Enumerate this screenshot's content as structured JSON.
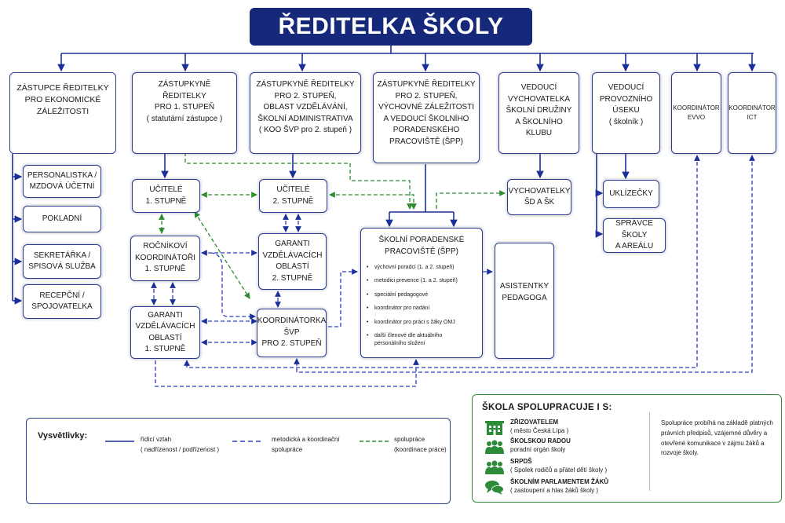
{
  "title": "ŘEDITELKA ŠKOLY",
  "boxes": {
    "zast_ekon": "ZÁSTUPCE ŘEDITELKY\nPRO EKONOMICKÉ\nZÁLEŽITOSTI",
    "zast_1": "ZÁSTUPKYNĚ ŘEDITELKY\nPRO 1. STUPEŇ\n( statutární zástupce )",
    "zast_2a": "ZÁSTUPKYNĚ ŘEDITELKY\nPRO 2. STUPEŇ,\nOBLAST VZDĚLÁVÁNÍ,\nŠKOLNÍ ADMINISTRATIVA\n( KOO ŠVP pro 2. stupeň )",
    "zast_2b": "ZÁSTUPKYNĚ ŘEDITELKY\nPRO 2. STUPEŇ,\nVÝCHOVNÉ ZÁLEŽITOSTI\nA VEDOUCÍ ŠKOLNÍHO\nPORADENSKÉHO\nPRACOVIŠTĚ (ŠPP)",
    "ved_vych": "VEDOUCÍ\nVYCHOVATELKA\nŠKOLNÍ DRUŽINY\nA ŠKOLNÍHO KLUBU",
    "ved_prov": "VEDOUCÍ\nPROVOZNÍHO\nÚSEKU\n( školník )",
    "koord_evvo": "KOORDINÁTOR\nEVVO",
    "koord_ict": "KOORDINÁTOR\nICT",
    "personalistka": "PERSONALISTKA /\nMZDOVÁ ÚČETNÍ",
    "pokladni": "POKLADNÍ",
    "sekretarka": "SEKRETÁŘKA /\nSPISOVÁ SLUŽBA",
    "recepcni": "RECEPČNÍ /\nSPOJOVATELKA",
    "ucitele_1": "UČITELÉ\n1. STUPNĚ",
    "ucitele_2": "UČITELÉ\n2. STUPNĚ",
    "rocnikovi": "ROČNÍKOVÍ\nKOORDINÁTOŘI\n1. STUPNĚ",
    "garanti_2": "GARANTI\nVZDĚLÁVACÍCH\nOBLASTÍ\n2. STUPNĚ",
    "garanti_1": "GARANTI\nVZDĚLÁVACÍCH\nOBLASTÍ\n1. STUPNĚ",
    "koordinatorka": "KOORDINÁTORKA\nŠVP\nPRO 2. STUPEŇ",
    "vychovatelky": "VYCHOVATELKY\nŠD A ŠK",
    "uklizecky": "UKLÍZEČKY",
    "spravce": "SPRÁVCE ŠKOLY\nA AREÁLU",
    "asistentky": "ASISTENTKY\nPEDAGOGA"
  },
  "spp": {
    "title": "ŠKOLNÍ PORADENSKÉ\nPRACOVIŠTĚ (ŠPP)",
    "items": [
      "výchovní poradci (1. a 2. stupeň)",
      "metodici prevence (1. a 2. stupeň)",
      "speciální pedagogové",
      "koordinátor pro nadání",
      "koordinátor pro práci s žáky OMJ",
      "další členové dle aktuálního\npersonálního složení"
    ]
  },
  "legend": {
    "title": "Vysvětlivky:",
    "solid": "řídící vztah\n( nadřízenost / podřízenost )",
    "blue_dashed": "metodická a koordinační\nspolupráce",
    "green_dashed": "spolupráce\n(koordinace práce)",
    "colors": {
      "solid": "#1b2f99",
      "blue_dashed": "#2a3fc4",
      "green_dashed": "#2e8b2e"
    }
  },
  "cooperation": {
    "title": "ŠKOLA SPOLUPRACUJE I S:",
    "items": [
      {
        "name": "ZŘIZOVATELEM",
        "desc": "( město Česká Lípa )",
        "icon": "building-icon"
      },
      {
        "name": "ŠKOLSKOU RADOU",
        "desc": "poradní orgán školy",
        "icon": "people-group-icon"
      },
      {
        "name": "SRPDŠ",
        "desc": "( Spolek rodičů a přátel dětí školy )",
        "icon": "people-group-icon"
      },
      {
        "name": "ŠKOLNÍM PARLAMENTEM ŽÁKŮ",
        "desc": "( zastoupení a hlas žáků školy )",
        "icon": "speech-bubbles-icon"
      }
    ],
    "note": "Spolupráce probíhá na základě platných právních předpisů, vzájemné důvěry a otevřené komunikace v zájmu žáků a rozvoje školy.",
    "color": "#2e8b3a"
  }
}
